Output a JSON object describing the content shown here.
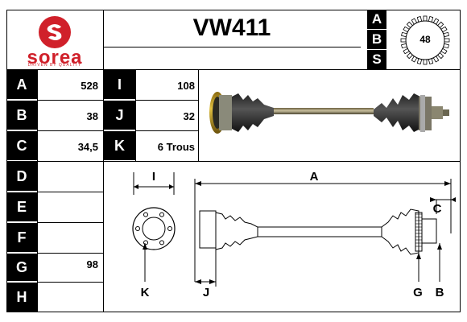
{
  "brand": {
    "name": "sorea",
    "tagline": "DRIVEN BY QUALITY",
    "logo_color": "#d0202a"
  },
  "part_code": "VW411",
  "abs": {
    "letters": [
      "A",
      "B",
      "S"
    ],
    "teeth": "48"
  },
  "left_table": [
    {
      "label": "A",
      "value": "528"
    },
    {
      "label": "B",
      "value": "38"
    },
    {
      "label": "C",
      "value": "34,5"
    },
    {
      "label": "D",
      "value": ""
    },
    {
      "label": "E",
      "value": ""
    },
    {
      "label": "F",
      "value": ""
    },
    {
      "label": "G",
      "value": "98"
    },
    {
      "label": "H",
      "value": ""
    }
  ],
  "mid_table": [
    {
      "label": "I",
      "value": "108"
    },
    {
      "label": "J",
      "value": "32"
    },
    {
      "label": "K",
      "value": "6 Trous"
    }
  ],
  "diagram_labels": {
    "A": "A",
    "C": "C",
    "I": "I",
    "J": "J",
    "K": "K",
    "G": "G",
    "B": "B"
  }
}
